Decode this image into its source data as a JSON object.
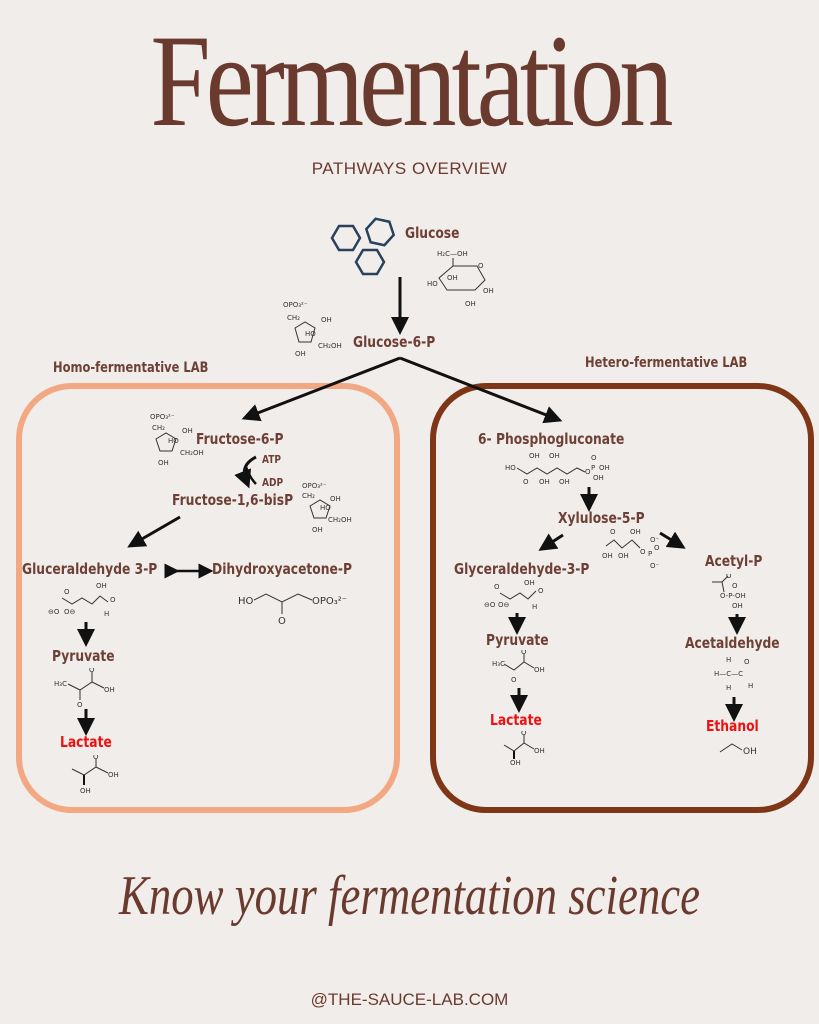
{
  "header": {
    "title": "Fermentation",
    "subtitle": "PATHWAYS OVERVIEW"
  },
  "start": {
    "glucose": "Glucose",
    "glucose_6p": "Glucose-6-P"
  },
  "homo": {
    "group_title": "Homo-fermentative LAB",
    "border_color": "#f2a983",
    "fructose_6p": "Fructose-6-P",
    "atp": "ATP",
    "adp": "ADP",
    "fructose_16bisp": "Fructose-1,6-bisP",
    "glyceraldehyde_3p": "Gluceraldehyde 3-P",
    "dihydroxyacetone_p": "Dihydroxyacetone-P",
    "pyruvate": "Pyruvate",
    "product": "Lactate"
  },
  "hetero": {
    "group_title": "Hetero-fermentative LAB",
    "border_color": "#7e3616",
    "phosphogluconate": "6- Phosphogluconate",
    "xylulose_5p": "Xylulose-5-P",
    "glyceraldehyde_3p": "Glyceraldehyde-3-P",
    "pyruvate": "Pyruvate",
    "product_lactate": "Lactate",
    "acetyl_p": "Acetyl-P",
    "acetaldehyde": "Acetaldehyde",
    "product_ethanol": "Ethanol"
  },
  "molecule_labels": {
    "dhap_formula": "HO⌒⌒OPO₃²⁻",
    "ethanol_oh": "OH"
  },
  "footer": {
    "tagline": "Know your fermentation science",
    "website": "@THE-SAUCE-LAB.COM"
  },
  "colors": {
    "brand_brown": "#6b3a2e",
    "label_brown": "#6e4035",
    "product_red": "#ee1111",
    "background": "#f1edea",
    "hexagon_blue": "#27425a"
  }
}
